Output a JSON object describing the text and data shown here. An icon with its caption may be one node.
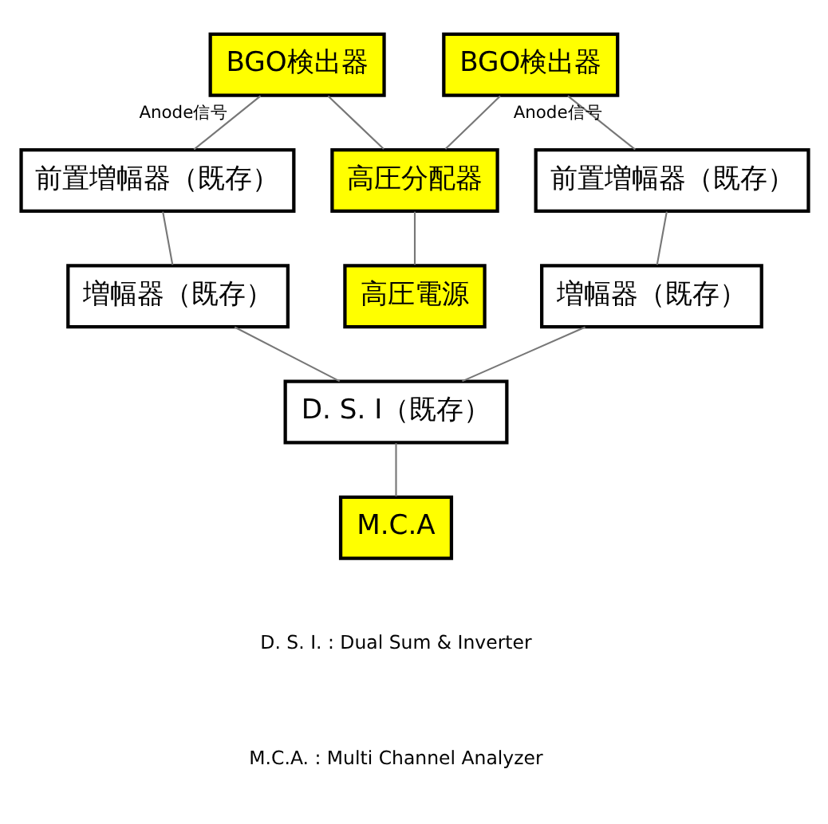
{
  "diagram": {
    "nodes": [
      {
        "text": [
          "BGO検出器"
        ]
      },
      {
        "text": [
          "BGO検出器"
        ]
      },
      {
        "text": [
          "前置増幅器（既存）"
        ]
      },
      {
        "text": [
          "高圧分配器"
        ]
      },
      {
        "text": [
          "前置増幅器（既存）"
        ]
      },
      {
        "text": [
          "増幅器（既存）"
        ]
      },
      {
        "text": [
          "高圧電源"
        ]
      },
      {
        "text": [
          "増幅器（既存）"
        ]
      },
      {
        "text": [
          "D. S. I（既存）"
        ]
      },
      {
        "text": [
          "M.C.A"
        ]
      }
    ],
    "edges": [
      {
        "from": 0,
        "to": 2,
        "arrow": "none",
        "label": "Anode信号"
      },
      {
        "from": 0,
        "to": 3,
        "arrow": "none"
      },
      {
        "from": 1,
        "to": 3,
        "arrow": "none"
      },
      {
        "from": 1,
        "to": 4,
        "arrow": "none",
        "label": "Anode信号"
      },
      {
        "from": 2,
        "to": 5,
        "arrow": "none"
      },
      {
        "from": 3,
        "to": 6,
        "arrow": "none"
      },
      {
        "from": 4,
        "to": 7,
        "arrow": "none"
      },
      {
        "from": 5,
        "to": 8,
        "arrow": "none"
      },
      {
        "from": 7,
        "to": 8,
        "arrow": "none"
      },
      {
        "from": 8,
        "to": 9,
        "arrow": "none"
      }
    ],
    "labels": [
      "D. S. I. : Dual Sum & Inverter",
      "M.C.A. : Multi Channel Analyzer"
    ]
  }
}
